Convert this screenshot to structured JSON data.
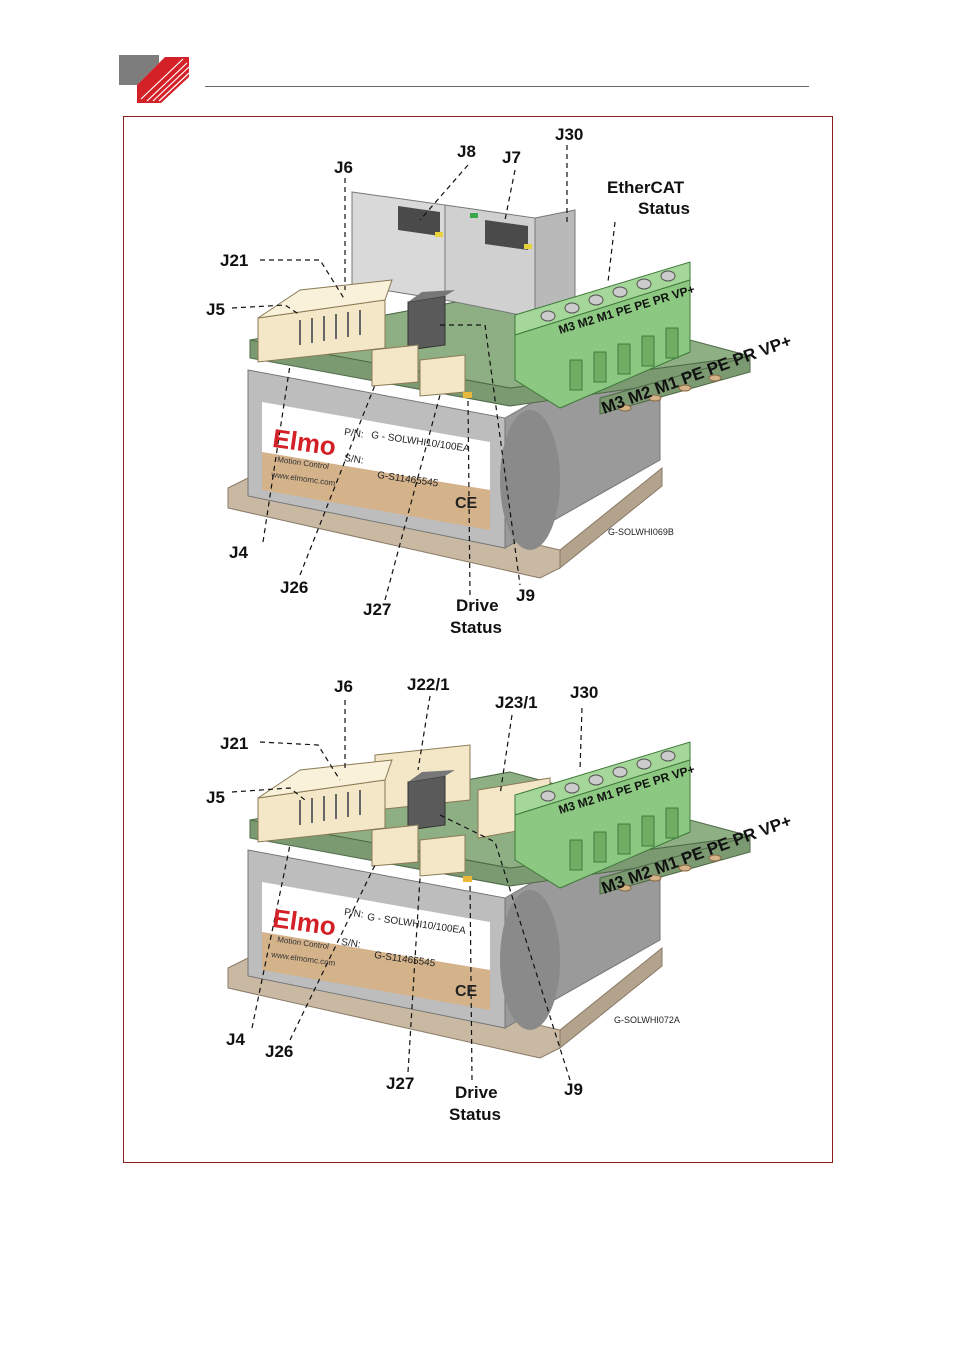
{
  "header": {
    "brand_color": "#d42027",
    "rule_color": "#666666",
    "frame_color": "#8b1c1c"
  },
  "figure1": {
    "labels": {
      "j6": "J6",
      "j8": "J8",
      "j7": "J7",
      "j30": "J30",
      "ethercat_line1": "EtherCAT",
      "ethercat_line2": "Status",
      "j21": "J21",
      "j5": "J5",
      "j4": "J4",
      "j26": "J26",
      "j27": "J27",
      "drive_line1": "Drive",
      "drive_line2": "Status",
      "j9": "J9"
    },
    "ref": "G-SOLWHI069B",
    "terminal_top": "M3 M2 M1 PE PE PR VP+",
    "terminal_front": "M3 M2 M1 PE PE PR VP+"
  },
  "figure2": {
    "labels": {
      "j6": "J6",
      "j22": "J22/1",
      "j23": "J23/1",
      "j30": "J30",
      "j21": "J21",
      "j5": "J5",
      "j4": "J4",
      "j26": "J26",
      "j27": "J27",
      "drive_line1": "Drive",
      "drive_line2": "Status",
      "j9": "J9"
    },
    "ref": "G-SOLWHI072A",
    "terminal_top": "M3 M2 M1 PE PE PR VP+",
    "terminal_front": "M3 M2 M1 PE PE PR VP+"
  },
  "product_label": {
    "brand": "Elmo",
    "tagline": "Motion Control",
    "website": "www.elmomc.com",
    "pn_label": "P/N:",
    "pn_value": "G - SOLWHI10/100EA",
    "sn_label": "S/N:",
    "sn_value": "G-S11465545",
    "ce": "CE"
  }
}
